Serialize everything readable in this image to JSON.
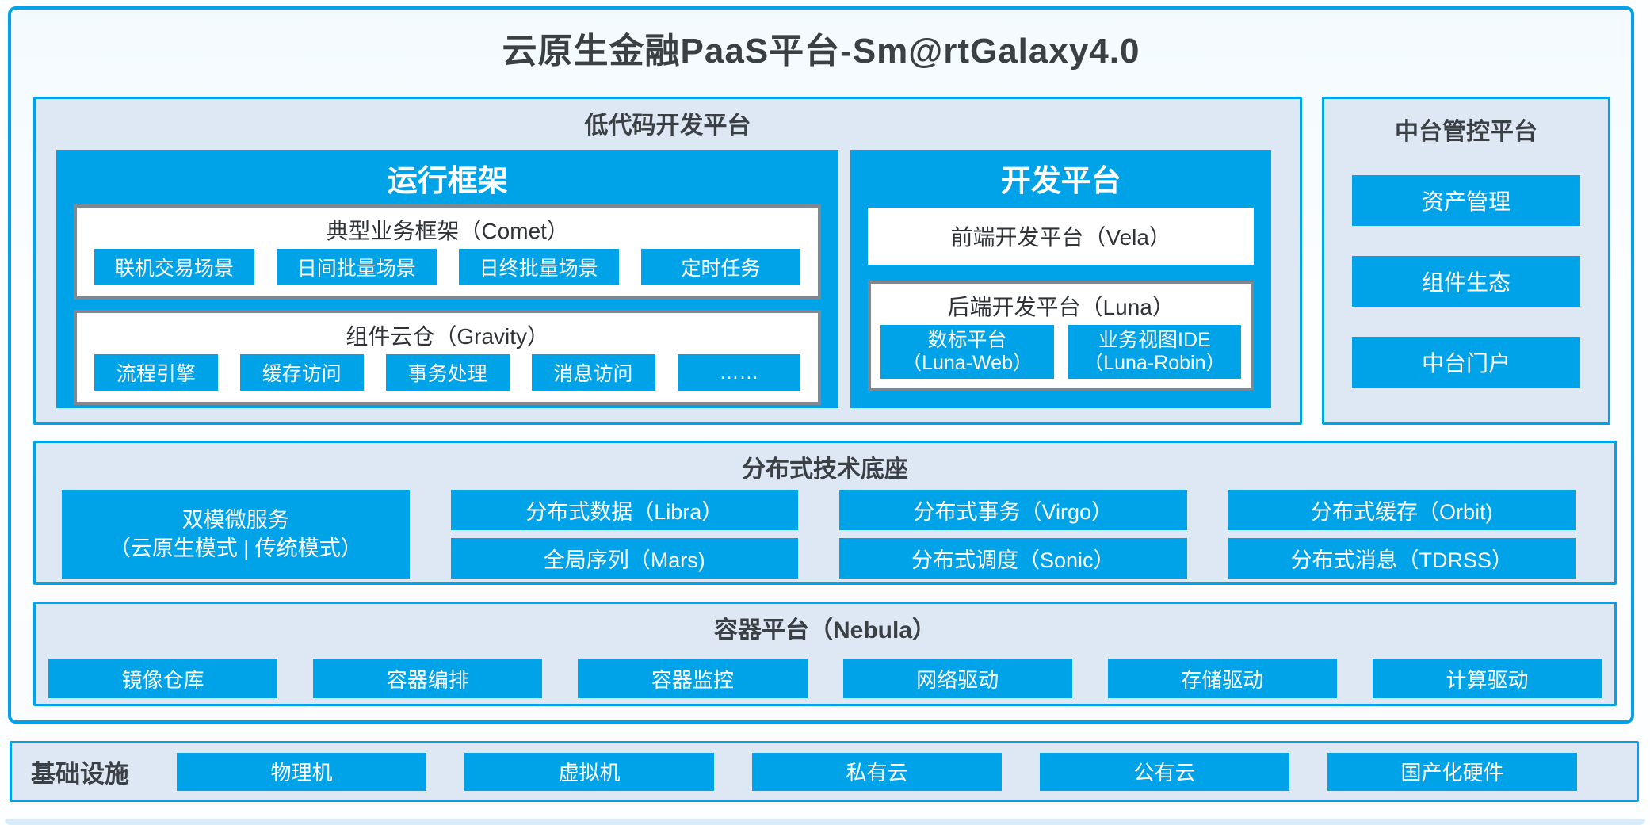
{
  "title": "云原生金融PaaS平台-Sm@rtGalaxy4.0",
  "colors": {
    "accent_blue": "#00A3E8",
    "section_background": "#DEE8F4",
    "gray_box_border": "#7E8890",
    "dark_text": "#3B4045",
    "button_text": "#FFFFFF"
  },
  "lowcode": {
    "header": "低代码开发平台",
    "runtime": {
      "title": "运行框架",
      "comet": {
        "label": "典型业务框架（Comet）",
        "items": [
          "联机交易场景",
          "日间批量场景",
          "日终批量场景",
          "定时任务"
        ]
      },
      "gravity": {
        "label": "组件云仓（Gravity）",
        "items": [
          "流程引擎",
          "缓存访问",
          "事务处理",
          "消息访问",
          "……"
        ]
      }
    },
    "dev": {
      "title": "开发平台",
      "vela": {
        "label": "前端开发平台（Vela）"
      },
      "luna": {
        "label": "后端开发平台（Luna）",
        "items": [
          {
            "line1": "数标平台",
            "line2": "（Luna-Web）"
          },
          {
            "line1": "业务视图IDE",
            "line2": "（Luna-Robin）"
          }
        ]
      }
    }
  },
  "midplatform": {
    "header": "中台管控平台",
    "items": [
      "资产管理",
      "组件生态",
      "中台门户"
    ]
  },
  "distributed": {
    "header": "分布式技术底座",
    "dual_mode": {
      "line1": "双模微服务",
      "line2": "（云原生模式 | 传统模式）"
    },
    "columns": [
      [
        "分布式数据（Libra）",
        "全局序列（Mars)"
      ],
      [
        "分布式事务（Virgo）",
        "分布式调度（Sonic）"
      ],
      [
        "分布式缓存（Orbit)",
        "分布式消息（TDRSS）"
      ]
    ]
  },
  "container_platform": {
    "header": "容器平台（Nebula）",
    "items": [
      "镜像仓库",
      "容器编排",
      "容器监控",
      "网络驱动",
      "存储驱动",
      "计算驱动"
    ]
  },
  "infrastructure": {
    "label": "基础设施",
    "items": [
      "物理机",
      "虚拟机",
      "私有云",
      "公有云",
      "国产化硬件"
    ]
  }
}
